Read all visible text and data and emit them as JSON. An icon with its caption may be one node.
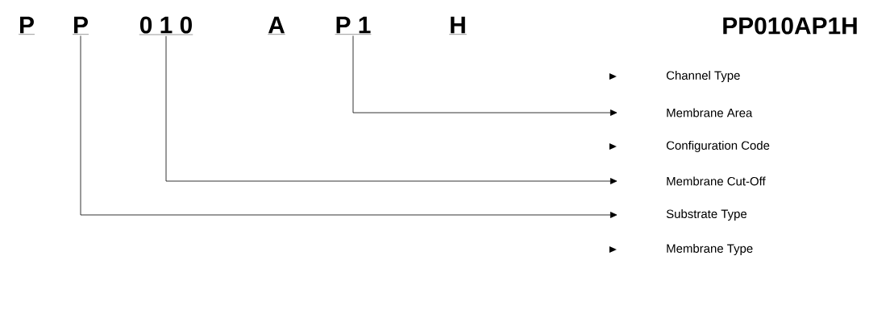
{
  "diagram": {
    "nodes": [
      {
        "text": [
          "P"
        ]
      },
      {
        "text": [
          "P"
        ]
      },
      {
        "text": [
          "0 1 0"
        ]
      },
      {
        "text": [
          "A"
        ]
      },
      {
        "text": [
          "P 1"
        ]
      },
      {
        "text": [
          "H"
        ]
      },
      {
        "text": [
          "PP010AP1H"
        ]
      },
      {
        "text": [
          "Channel Type"
        ]
      },
      {
        "text": [
          "Membrane Area"
        ]
      },
      {
        "text": [
          "Configuration Code"
        ]
      },
      {
        "text": [
          "Membrane Cut-Off"
        ]
      },
      {
        "text": [
          "Substrate Type"
        ]
      },
      {
        "text": [
          "Membrane Type"
        ]
      }
    ],
    "edges": [
      {
        "from": 4,
        "to": 8,
        "arrow": "to"
      },
      {
        "from": 2,
        "to": 10,
        "arrow": "to"
      },
      {
        "from": 1,
        "to": 11,
        "arrow": "to"
      }
    ]
  }
}
